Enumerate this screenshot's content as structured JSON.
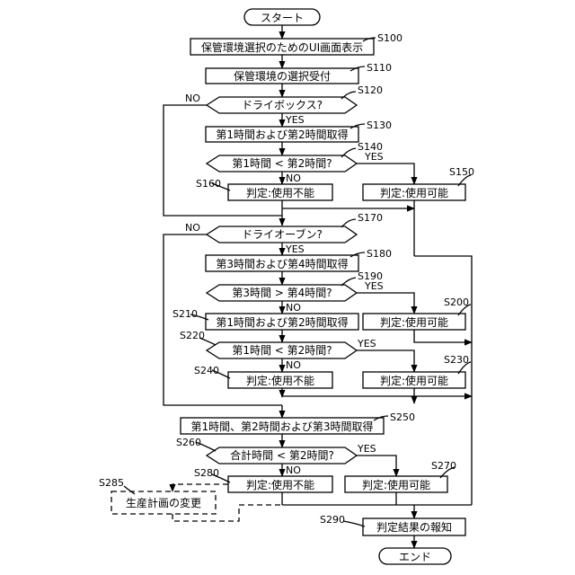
{
  "nodes": {
    "start": "スタート",
    "s100": "保管環境選択のためのUI画面表示",
    "s110": "保管環境の選択受付",
    "s120": "ドライボックス?",
    "s130": "第1時間および第2時間取得",
    "s140": "第1時間 < 第2時間?",
    "s150": "判定:使用可能",
    "s160": "判定:使用不能",
    "s170": "ドライオーブン?",
    "s180": "第3時間および第4時間取得",
    "s190": "第3時間 > 第4時間?",
    "s200": "判定:使用可能",
    "s210": "第1時間および第2時間取得",
    "s220": "第1時間 < 第2時間?",
    "s230": "判定:使用可能",
    "s240": "判定:使用不能",
    "s250": "第1時間、第2時間および第3時間取得",
    "s260": "合計時間 < 第2時間?",
    "s270": "判定:使用可能",
    "s280": "判定:使用不能",
    "s285": "生産計画の変更",
    "s290": "判定結果の報知",
    "end": "エンド"
  },
  "step_labels": {
    "s100": "S100",
    "s110": "S110",
    "s120": "S120",
    "s130": "S130",
    "s140": "S140",
    "s150": "S150",
    "s160": "S160",
    "s170": "S170",
    "s180": "S180",
    "s190": "S190",
    "s200": "S200",
    "s210": "S210",
    "s220": "S220",
    "s230": "S230",
    "s240": "S240",
    "s250": "S250",
    "s260": "S260",
    "s270": "S270",
    "s280": "S280",
    "s285": "S285",
    "s290": "S290"
  },
  "branch_labels": {
    "s120_yes": "YES",
    "s120_no": "NO",
    "s140_yes": "YES",
    "s140_no": "NO",
    "s170_yes": "YES",
    "s170_no": "NO",
    "s190_yes": "YES",
    "s190_no": "NO",
    "s220_yes": "YES",
    "s220_no": "NO",
    "s260_yes": "YES",
    "s260_no": "NO"
  }
}
